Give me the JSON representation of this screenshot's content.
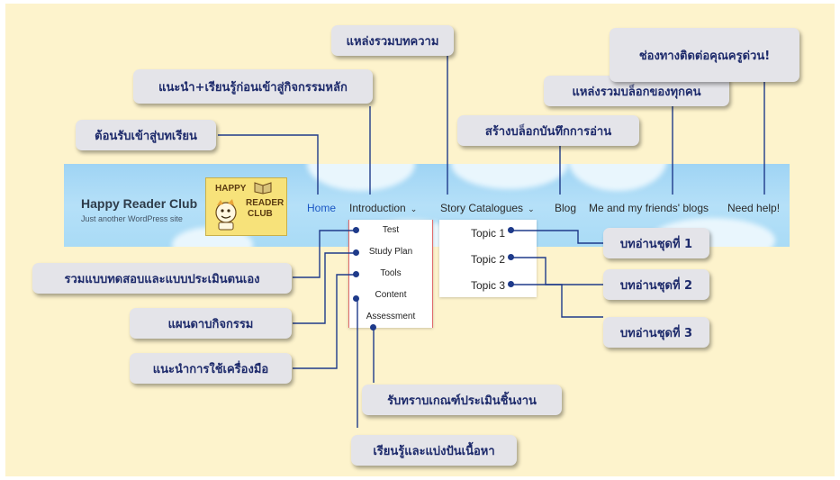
{
  "site": {
    "title": "Happy Reader Club",
    "tagline": "Just another WordPress site",
    "logo_line1": "HAPPY",
    "logo_line2": "READER",
    "logo_line3": "CLUB"
  },
  "nav": {
    "home": "Home",
    "introduction": "Introduction",
    "story_catalogues": "Story Catalogues",
    "blog": "Blog",
    "friends_blogs": "Me and my friends' blogs",
    "need_help": "Need help!",
    "caret": "⌄"
  },
  "intro_menu": [
    "Test",
    "Study Plan",
    "Tools",
    "Content",
    "Assessment"
  ],
  "story_menu": [
    "Topic 1",
    "Topic 2",
    "Topic 3"
  ],
  "callouts": {
    "welcome": "ต้อนรับเข้าสู่บทเรียน",
    "intro": "แนะนำ+เรียนรู้ก่อนเข้าสู่กิจกรรมหลัก",
    "articles": "แหล่งรวมบทความ",
    "create_blog": "สร้างบล็อกบันทึกการอ่าน",
    "all_blogs": "แหล่งรวมบล็อกของทุกคน",
    "contact": "ช่องทางติดต่อคุณครูด่วน!",
    "test": "รวมแบบทดสอบและแบบประเมินตนเอง",
    "plan": "แผนดาบกิจกรรม",
    "tools": "แนะนำการใช้เครื่องมือ",
    "assessment": "รับทราบเกณฑ์ประเมินชิ้นงาน",
    "content": "เรียนรู้และแบ่งปันเนื้อหา",
    "topic1": "บทอ่านชุดที่ 1",
    "topic2": "บทอ่านชุดที่ 2",
    "topic3": "บทอ่านชุดที่ 3"
  },
  "colors": {
    "background": "#fdf3cc",
    "connector": "#1e3a8a",
    "active_nav": "#1a56c4",
    "callout_text": "#1d2a6b",
    "callout_bg": "#e4e4e9"
  }
}
